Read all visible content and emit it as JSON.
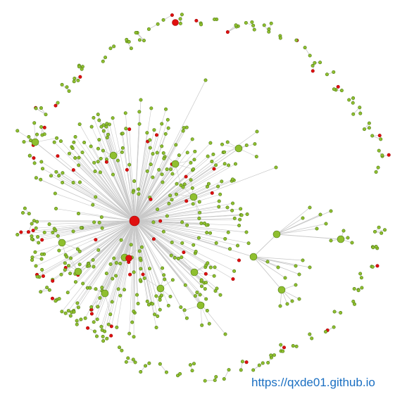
{
  "graph": {
    "title": "",
    "edge_color": "#c8c8c8",
    "node_fill": "#8fbf2f",
    "node_stroke": "#4f7a13",
    "highlight_fill": "#e01010",
    "highlight_stroke": "#a00000",
    "shape": "network",
    "hub_count": 1,
    "visible_cluster_shape": "dense radial cluster with side branches and outer ring of small components"
  },
  "watermark": {
    "text": "https://qxde01.github.io",
    "color": "#1a6fc2"
  }
}
